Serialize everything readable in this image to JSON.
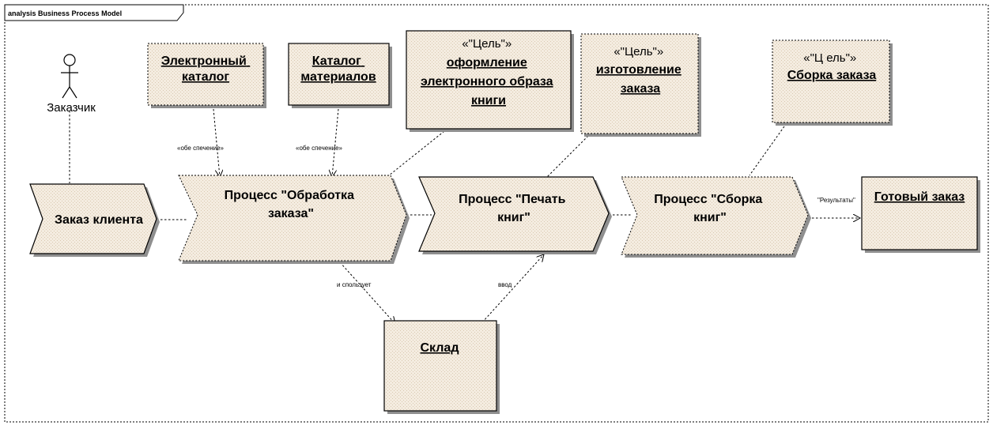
{
  "frame": {
    "title": "analysis Business Process Model"
  },
  "actor": {
    "name": "Заказчик"
  },
  "resources": {
    "catalog_electronic": [
      "Электронный",
      "каталог"
    ],
    "catalog_materials": [
      "Каталог",
      "материалов"
    ],
    "warehouse": [
      "Склад"
    ],
    "ready_order": [
      "Готовый заказ"
    ]
  },
  "goals": {
    "goal_layout": [
      "«\"Цель\"»",
      "оформление",
      "электронного образа",
      "книги"
    ],
    "goal_production": [
      "«\"Цель\"»",
      "изготовление",
      "заказа"
    ],
    "goal_assembly": [
      "«\"Ц ель\"»",
      "Сборка заказа"
    ]
  },
  "processes": {
    "client_order": [
      "Заказ клиента"
    ],
    "processing": [
      "Процесс \"Обработка",
      "заказа\""
    ],
    "printing": [
      "Процесс \"Печать",
      "книг\""
    ],
    "assembly": [
      "Процесс \"Сборка",
      "книг\""
    ]
  },
  "connector_labels": {
    "support_1": "«обе спечение»",
    "support_2": "«обе спечение»",
    "uses": "и спользует",
    "input": "ввод",
    "result": "\"Результаты\""
  }
}
